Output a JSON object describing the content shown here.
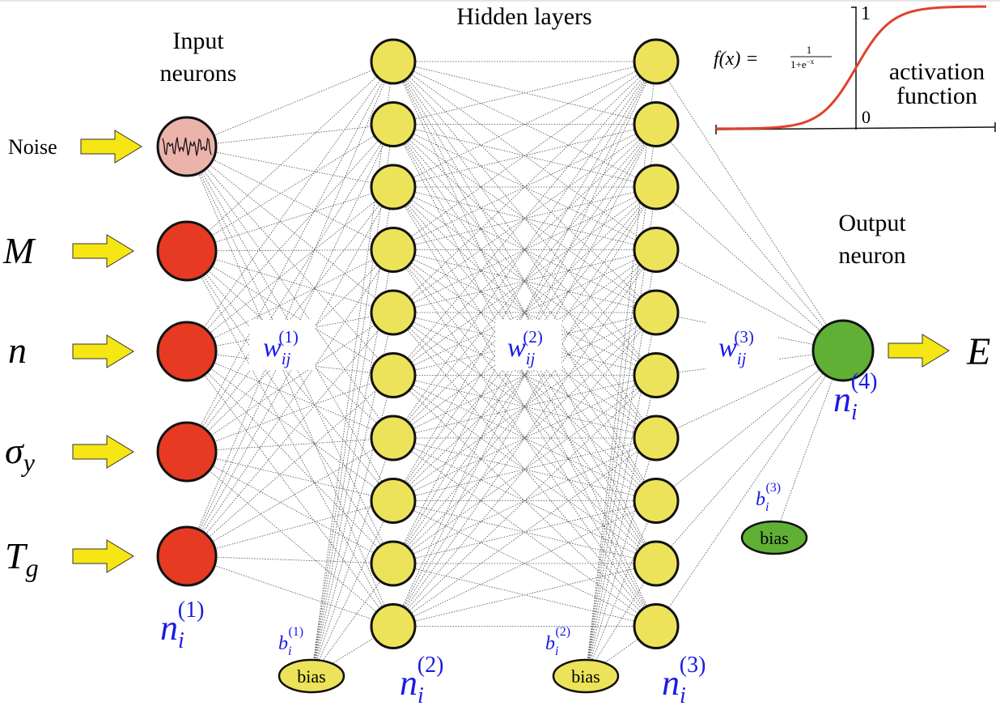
{
  "titles": {
    "input_line1": "Input",
    "input_line2": "neurons",
    "hidden": "Hidden layers",
    "output_line1": "Output",
    "output_line2": "neuron"
  },
  "inputs": [
    {
      "label": "Noise",
      "sub": "",
      "kind": "noise"
    },
    {
      "label": "M",
      "sub": "",
      "kind": "input"
    },
    {
      "label": "n",
      "sub": "",
      "kind": "input"
    },
    {
      "label": "σ",
      "sub": "y",
      "kind": "input"
    },
    {
      "label": "T",
      "sub": "g",
      "kind": "input"
    }
  ],
  "output": {
    "label": "E"
  },
  "hidden_layer_sizes": [
    10,
    10
  ],
  "layer_labels": [
    {
      "base": "n",
      "sub": "i",
      "sup": "(1)"
    },
    {
      "base": "n",
      "sub": "i",
      "sup": "(2)"
    },
    {
      "base": "n",
      "sub": "i",
      "sup": "(3)"
    },
    {
      "base": "n",
      "sub": "i",
      "sup": "(4)"
    }
  ],
  "weights": [
    {
      "base": "w",
      "sub": "ij",
      "sup": "(1)"
    },
    {
      "base": "w",
      "sub": "ij",
      "sup": "(2)"
    },
    {
      "base": "w",
      "sub": "ij",
      "sup": "(3)"
    }
  ],
  "biases": [
    {
      "label": "bias",
      "base": "b",
      "sub": "i",
      "sup": "(1)"
    },
    {
      "label": "bias",
      "base": "b",
      "sub": "i",
      "sup": "(2)"
    },
    {
      "label": "bias",
      "base": "b",
      "sub": "i",
      "sup": "(3)"
    }
  ],
  "activation": {
    "formula_lhs": "f(x) =",
    "formula_num": "1",
    "formula_den": "1+e",
    "formula_exp": "−x",
    "tick_top": "1",
    "tick_bottom": "0",
    "label_line1": "activation",
    "label_line2": "function"
  },
  "colors": {
    "input": "#e63a22",
    "noise": "#ecb3ab",
    "hidden": "#ede35a",
    "output": "#5fb035",
    "arrow": "#f5e614",
    "math_blue": "#1a1ae6",
    "sigmoid": "#e2412a"
  }
}
